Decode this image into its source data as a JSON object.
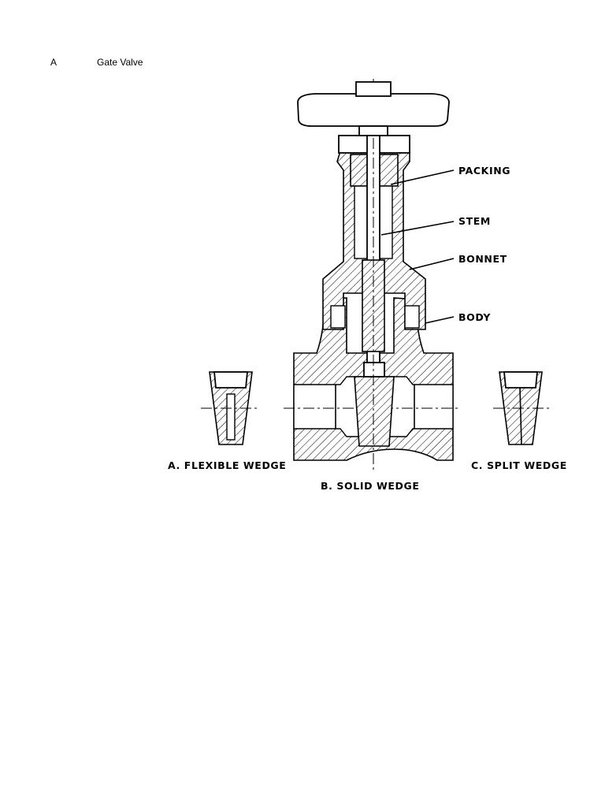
{
  "heading": {
    "letter": "A",
    "title": "Gate Valve"
  },
  "diagram": {
    "labels": {
      "packing": "PACKING",
      "stem": "STEM",
      "bonnet": "BONNET",
      "body": "BODY"
    },
    "captions": {
      "flexible": "A. FLEXIBLE WEDGE",
      "solid": "B. SOLID WEDGE",
      "split": "C. SPLIT WEDGE"
    }
  }
}
